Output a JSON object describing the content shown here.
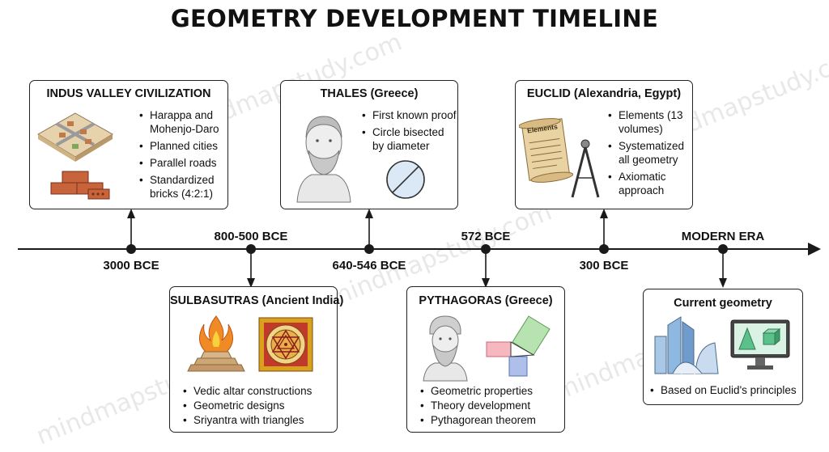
{
  "title": "GEOMETRY DEVELOPMENT TIMELINE",
  "watermark": "mindmapstudy.com",
  "colors": {
    "line": "#1a1a1a",
    "card_border": "#222222",
    "fire": "#f08a24",
    "brick": "#c8643c",
    "stone": "#d9b48a",
    "yantra_red": "#c0392b",
    "yantra_gold": "#d9a11c",
    "scroll": "#e9d3a3",
    "tri_green": "#b7e3b0",
    "tri_pink": "#f4b8be",
    "tri_blue": "#aebfe9",
    "circle_fill": "#dbe9f7",
    "building_blue": "#8fb8e0",
    "screen_green": "#5cc08a"
  },
  "dates": {
    "indus": "3000 BCE",
    "sulbasutras": "800-500 BCE",
    "thales": "640-546 BCE",
    "pythagoras": "572 BCE",
    "euclid": "300 BCE",
    "modern": "MODERN ERA"
  },
  "cards": {
    "indus": {
      "title": "INDUS VALLEY CIVILIZATION",
      "illustration_icon": "city-map-icon",
      "illustration2_icon": "bricks-icon",
      "bullets": [
        "Harappa and Mohenjo-Daro",
        "Planned cities",
        "Parallel roads",
        "Standardized bricks (4:2:1)"
      ]
    },
    "thales": {
      "title": "THALES (Greece)",
      "illustration_icon": "bust-icon",
      "illustration2_icon": "bisected-circle-icon",
      "bullets": [
        "First known proof",
        "Circle bisected by diameter"
      ]
    },
    "euclid": {
      "title": "EUCLID (Alexandria, Egypt)",
      "illustration_icon": "scroll-icon",
      "scroll_label": "Elements",
      "illustration2_icon": "compass-icon",
      "bullets": [
        "Elements (13 volumes)",
        "Systematized all geometry",
        "Axiomatic approach"
      ]
    },
    "sulbasutras": {
      "title": "SULBASUTRAS (Ancient India)",
      "illustration_icon": "fire-altar-icon",
      "illustration2_icon": "sriyantra-icon",
      "bullets": [
        "Vedic altar constructions",
        "Geometric designs",
        "Sriyantra with triangles"
      ]
    },
    "pythagoras": {
      "title": "PYTHAGORAS (Greece)",
      "illustration_icon": "bust-icon",
      "illustration2_icon": "pythagorean-squares-icon",
      "bullets": [
        "Geometric properties",
        "Theory development",
        "Pythagorean theorem"
      ]
    },
    "modern": {
      "title": "Current geometry",
      "illustration_icon": "skyscrapers-icon",
      "illustration2_icon": "monitor-3d-icon",
      "bullets": [
        "Based on Euclid's principles"
      ]
    }
  }
}
